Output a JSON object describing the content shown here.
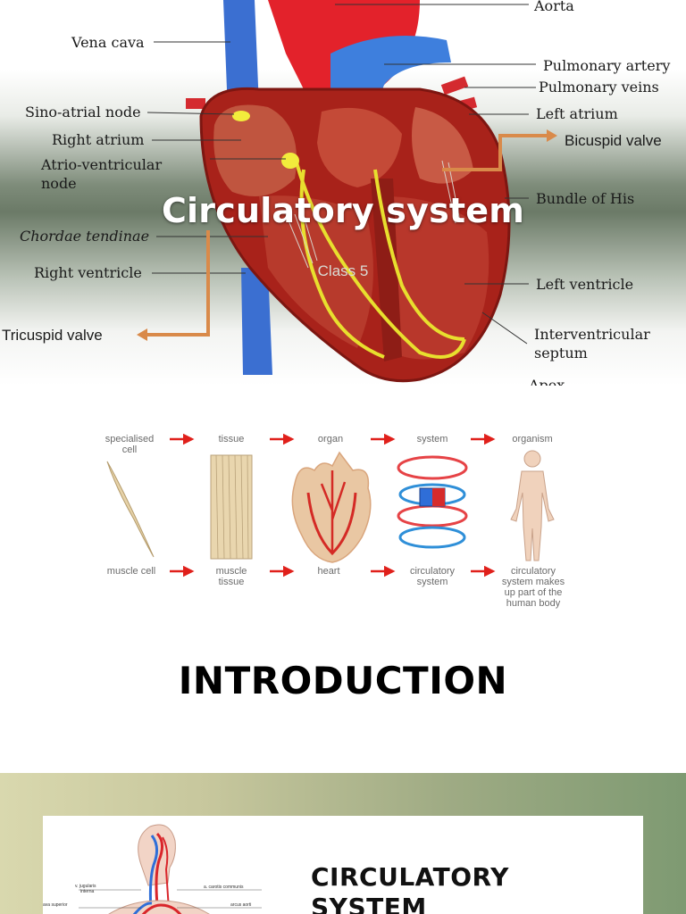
{
  "slide1": {
    "title": "Circulatory system",
    "subtitle": "Class 5",
    "labels": {
      "aorta": "Aorta",
      "vena_cava": "Vena cava",
      "pulmonary_artery": "Pulmonary artery",
      "pulmonary_veins": "Pulmonary veins",
      "sino_atrial_node": "Sino-atrial node",
      "left_atrium": "Left atrium",
      "right_atrium": "Right atrium",
      "bicuspid_valve": "Bicuspid valve",
      "atrio_ventricular_node_1": "Atrio-ventricular",
      "atrio_ventricular_node_2": "node",
      "bundle_of_his": "Bundle of His",
      "chordae_tendinae": "Chordae tendinae",
      "right_ventricle": "Right ventricle",
      "left_ventricle": "Left ventricle",
      "tricuspid_valve": "Tricuspid valve",
      "interventricular_1": "Interventricular",
      "interventricular_2": "septum",
      "apex": "Apex"
    }
  },
  "slide2": {
    "title": "INTRODUCTION",
    "top_row": [
      "specialised cell",
      "tissue",
      "organ",
      "system",
      "organism"
    ],
    "bottom_row": [
      "muscle cell",
      "muscle tissue",
      "heart",
      "circulatory system",
      "circulatory system makes up part of the human body"
    ],
    "top_row_lines": [
      [
        "specialised",
        "cell"
      ],
      [
        "tissue"
      ],
      [
        "organ"
      ],
      [
        "system"
      ],
      [
        "organism"
      ]
    ],
    "bottom_row_lines": [
      [
        "muscle cell"
      ],
      [
        "muscle",
        "tissue"
      ],
      [
        "heart"
      ],
      [
        "circulatory",
        "system"
      ],
      [
        "circulatory",
        "system makes",
        "up part of the",
        "human body"
      ]
    ]
  },
  "slide3": {
    "title_line1": "CIRCULATORY",
    "title_line2": "SYSTEM",
    "tiny_labels": {
      "jugularis": "v. jugularis",
      "interna": "interna",
      "carotis": "a. carotis communis",
      "cava_superior": "ava superior",
      "arcus_aorti": "arcus aorti"
    }
  },
  "colors": {
    "arrow_red": "#e0201b",
    "pointer_orange": "#d98a4a",
    "heart_red": "#b5281e",
    "vessel_blue": "#3f73d4",
    "title_white": "#ffffff"
  }
}
